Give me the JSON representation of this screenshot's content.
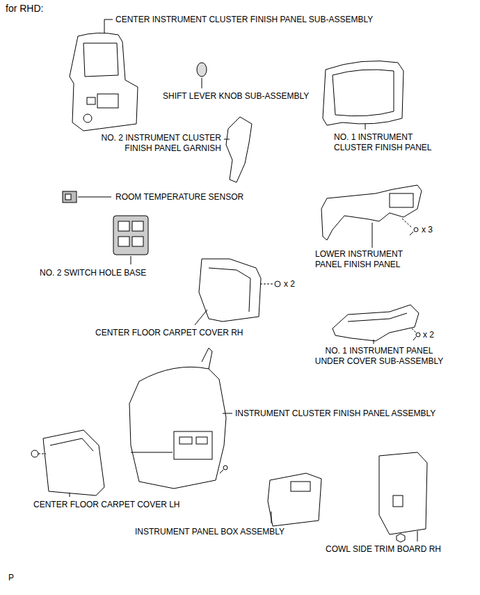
{
  "diagram": {
    "title": "for RHD:",
    "labels": [
      "CENTER INSTRUMENT CLUSTER FINISH PANEL SUB-ASSEMBLY",
      "SHIFT LEVER KNOB SUB-ASSEMBLY",
      "NO. 1 INSTRUMENT CLUSTER FINISH PANEL",
      "NO. 2 INSTRUMENT CLUSTER FINISH PANEL GARNISH",
      "ROOM TEMPERATURE SENSOR",
      "x 3",
      "LOWER INSTRUMENT PANEL FINISH PANEL",
      "NO. 2 SWITCH HOLE BASE",
      "x 2",
      "CENTER FLOOR CARPET COVER RH",
      "x 2",
      "NO. 1 INSTRUMENT PANEL UNDER COVER SUB-ASSEMBLY",
      "INSTRUMENT CLUSTER FINISH PANEL ASSEMBLY",
      "CENTER FLOOR CARPET COVER LH",
      "INSTRUMENT PANEL BOX ASSEMBLY",
      "COWL SIDE TRIM BOARD RH",
      "P"
    ]
  }
}
